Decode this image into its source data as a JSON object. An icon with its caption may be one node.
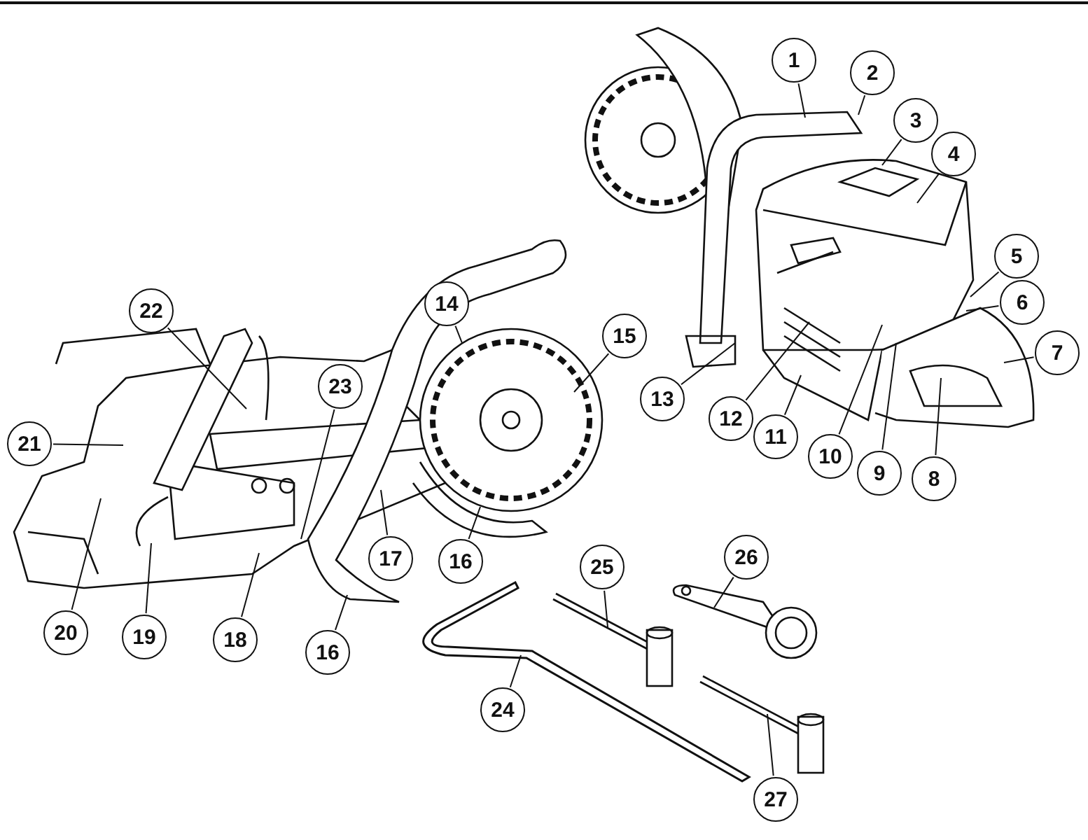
{
  "diagram": {
    "nodes": [
      {
        "text": [
          "1"
        ]
      },
      {
        "text": [
          "2"
        ]
      },
      {
        "text": [
          "3"
        ]
      },
      {
        "text": [
          "4"
        ]
      },
      {
        "text": [
          "5"
        ]
      },
      {
        "text": [
          "6"
        ]
      },
      {
        "text": [
          "7"
        ]
      },
      {
        "text": [
          "8"
        ]
      },
      {
        "text": [
          "9"
        ]
      },
      {
        "text": [
          "10"
        ]
      },
      {
        "text": [
          "11"
        ]
      },
      {
        "text": [
          "12"
        ]
      },
      {
        "text": [
          "13"
        ]
      },
      {
        "text": [
          "14"
        ]
      },
      {
        "text": [
          "15"
        ]
      },
      {
        "text": [
          "16"
        ]
      },
      {
        "text": [
          "16"
        ]
      },
      {
        "text": [
          "17"
        ]
      },
      {
        "text": [
          "18"
        ]
      },
      {
        "text": [
          "19"
        ]
      },
      {
        "text": [
          "20"
        ]
      },
      {
        "text": [
          "21"
        ]
      },
      {
        "text": [
          "22"
        ]
      },
      {
        "text": [
          "23"
        ]
      },
      {
        "text": [
          "24"
        ]
      },
      {
        "text": [
          "25"
        ]
      },
      {
        "text": [
          "26"
        ]
      },
      {
        "text": [
          "27"
        ]
      }
    ],
    "edges": [
      {
        "from": 0,
        "to": null,
        "arrow": "none"
      },
      {
        "from": 1,
        "to": null,
        "arrow": "none"
      },
      {
        "from": 2,
        "to": null,
        "arrow": "none"
      },
      {
        "from": 3,
        "to": null,
        "arrow": "none"
      },
      {
        "from": 4,
        "to": null,
        "arrow": "none"
      },
      {
        "from": 5,
        "to": null,
        "arrow": "none"
      },
      {
        "from": 6,
        "to": null,
        "arrow": "none"
      },
      {
        "from": 7,
        "to": null,
        "arrow": "none"
      },
      {
        "from": 8,
        "to": null,
        "arrow": "none"
      },
      {
        "from": 9,
        "to": null,
        "arrow": "none"
      },
      {
        "from": 10,
        "to": null,
        "arrow": "none"
      },
      {
        "from": 11,
        "to": null,
        "arrow": "none"
      },
      {
        "from": 12,
        "to": null,
        "arrow": "none"
      },
      {
        "from": 13,
        "to": null,
        "arrow": "none"
      },
      {
        "from": 14,
        "to": null,
        "arrow": "none"
      },
      {
        "from": 15,
        "to": null,
        "arrow": "none"
      },
      {
        "from": 16,
        "to": null,
        "arrow": "none"
      },
      {
        "from": 17,
        "to": null,
        "arrow": "none"
      },
      {
        "from": 18,
        "to": null,
        "arrow": "none"
      },
      {
        "from": 19,
        "to": null,
        "arrow": "none"
      },
      {
        "from": 20,
        "to": null,
        "arrow": "none"
      },
      {
        "from": 21,
        "to": null,
        "arrow": "none"
      },
      {
        "from": 22,
        "to": null,
        "arrow": "none"
      },
      {
        "from": 23,
        "to": null,
        "arrow": "none"
      },
      {
        "from": 24,
        "to": null,
        "arrow": "none"
      },
      {
        "from": 25,
        "to": null,
        "arrow": "none"
      },
      {
        "from": 26,
        "to": null,
        "arrow": "none"
      },
      {
        "from": 27,
        "to": null,
        "arrow": "none"
      }
    ]
  }
}
